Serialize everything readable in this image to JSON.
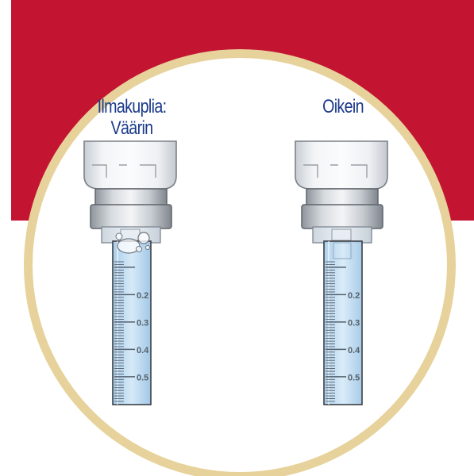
{
  "colors": {
    "background_red": "#c31432",
    "ring_tan": "#e6d29a",
    "liquid_blue": "#cfe6f6",
    "label_blue": "#1b3a8c"
  },
  "left_syringe": {
    "label_line1": "Ilmakuplia:",
    "label_line2": "Väärin",
    "has_air_bubbles": true,
    "scale_labels": [
      "0.2",
      "0.3",
      "0.4",
      "0.5"
    ]
  },
  "right_syringe": {
    "label": "Oikein",
    "has_air_bubbles": false,
    "scale_labels": [
      "0.2",
      "0.3",
      "0.4",
      "0.5"
    ]
  }
}
